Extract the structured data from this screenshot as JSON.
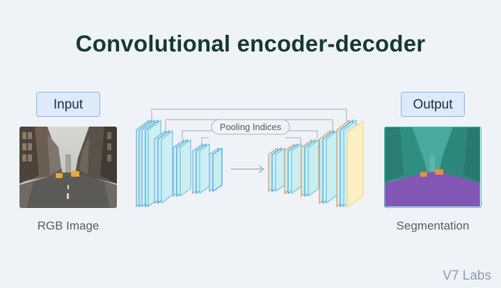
{
  "title": "Convolutional encoder-decoder",
  "input": {
    "label": "Input",
    "caption": "RGB Image"
  },
  "output": {
    "label": "Output",
    "caption": "Segmentation"
  },
  "network": {
    "pooling_label": "Pooling Indices"
  },
  "watermark": "V7 Labs",
  "colors": {
    "encoder_layer": "#3aa7d8",
    "encoder_fill": "#c9eef0",
    "decoder_fill": "#c9eef0",
    "decoder_accent": "#ef8e55",
    "final_layer": "#fbefc3",
    "road_segment": "#7f4fb8",
    "scene_segment": "#2fa591"
  }
}
